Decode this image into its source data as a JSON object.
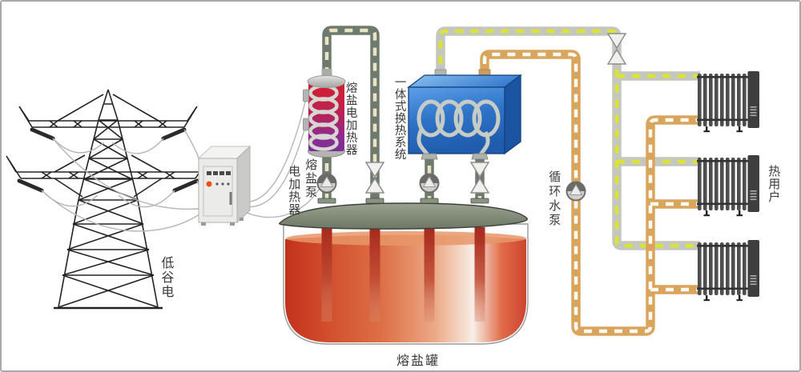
{
  "diagram": {
    "labels": {
      "grid_power": "低谷电",
      "heater": "熔盐电加热器",
      "salt_pump": "熔盐泵",
      "electric_heater": "电加热器",
      "exchanger": "一体式换热系统",
      "circulation_pump": "循环水泵",
      "heat_users": "热用户",
      "tank": "熔盐罐"
    },
    "colors": {
      "molten_salt_pipe": "#6e7a6e",
      "molten_salt_pipe_dash": "#e9e4c4",
      "hot_supply_pipe": "#c3c7bd",
      "hot_supply_pipe_dash": "#dbe531",
      "return_water_pipe": "#d9a55c",
      "return_water_pipe_dash": "#fbfaf2",
      "heater_top_red": "#d6202a",
      "heater_bottom_purple": "#7b2f96",
      "exchanger_blue": "#2f74c8",
      "tank_salt_red": "#c8391f",
      "tank_lid_green": "#87907e",
      "cabinet_button_orange": "#e85512"
    }
  }
}
